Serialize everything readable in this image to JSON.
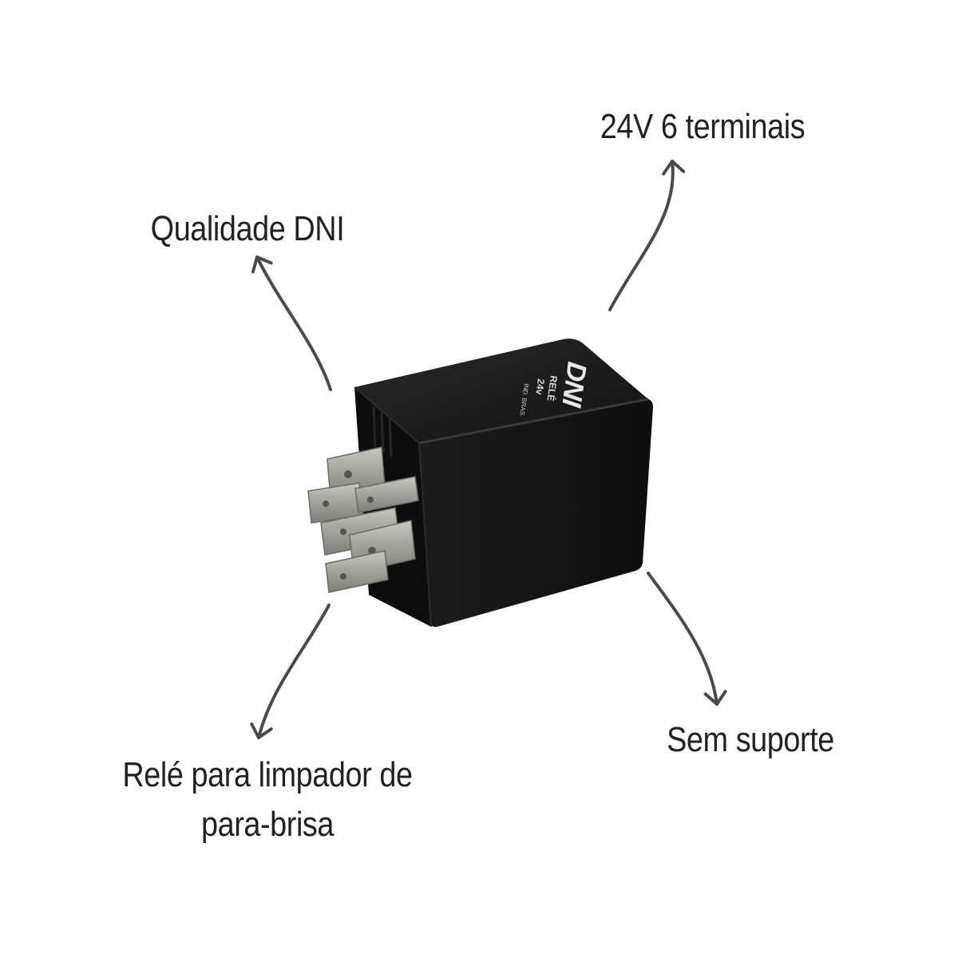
{
  "callouts": {
    "quality": "Qualidade DNI",
    "spec": "24V 6 terminais",
    "support": "Sem suporte",
    "function_line1": "Relé para limpador de",
    "function_line2": "para-brisa"
  },
  "product": {
    "brand_logo": "DNI",
    "label_line1": "RELÉ",
    "label_line2": "24v",
    "label_line3": "IND. BRAS."
  },
  "colors": {
    "text": "#222222",
    "arrow": "#4a4a4a",
    "relay_body": "#151515",
    "terminal": "#a8aaa4"
  }
}
